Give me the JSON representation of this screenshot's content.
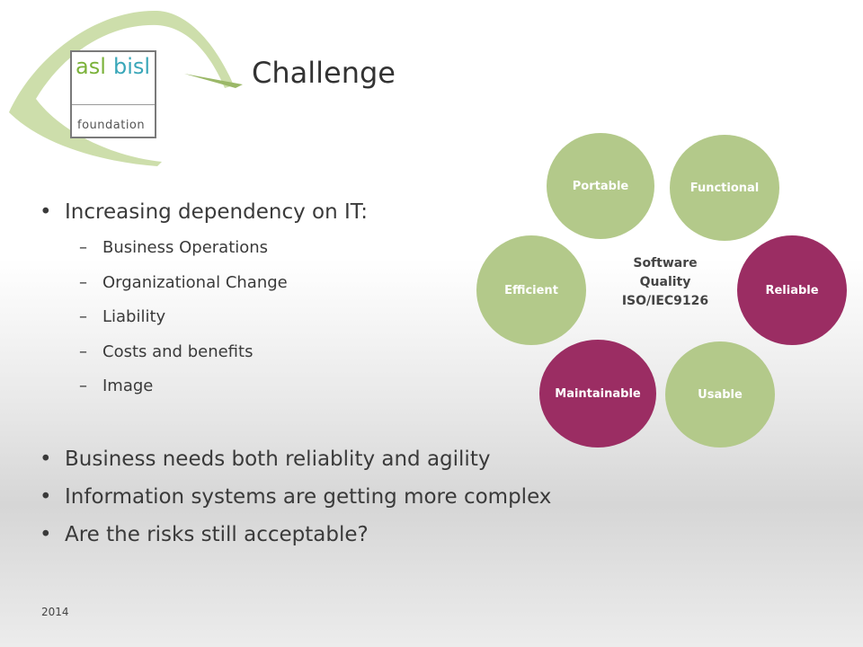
{
  "logo": {
    "asl": "asl",
    "bisl": "bisl",
    "foundation": "foundation"
  },
  "title": "Challenge",
  "bullets": [
    "Increasing dependency on IT:",
    "Business needs both reliablity and agility",
    "Information systems are getting more complex",
    "Are the risks still acceptable?"
  ],
  "sub_items": [
    "Business Operations",
    "Organizational Change",
    "Liability",
    "Costs and benefits",
    "Image"
  ],
  "diagram": {
    "center_lines": [
      "Software",
      "Quality",
      "ISO/IEC9126"
    ],
    "nodes": [
      "Portable",
      "Functional",
      "Efficient",
      "Reliable",
      "Maintainable",
      "Usable"
    ],
    "colors": {
      "green": "#b3c98a",
      "purple": "#9b2d63"
    }
  },
  "footer": {
    "year": "2014"
  }
}
